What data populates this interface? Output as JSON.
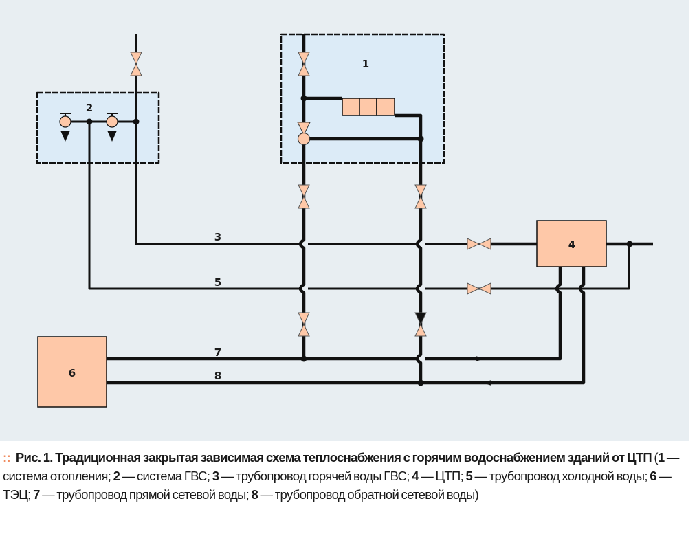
{
  "diagram": {
    "labels": {
      "n1": "1",
      "n2": "2",
      "n3": "3",
      "n4": "4",
      "n5": "5",
      "n6": "6",
      "n7": "7",
      "n8": "8"
    },
    "colors": {
      "background": "#e8eef2",
      "system_box": "#dcebf7",
      "equipment": "#fec8a8",
      "line": "#111111",
      "accent": "#f08a5d"
    }
  },
  "caption": {
    "bullet": "::",
    "title": "Рис. 1. Традиционная закрытая зависимая схема теплоснабжения с горячим водоснабжением зданий от ЦТП",
    "items": [
      {
        "num": "1",
        "text": " — система отопления; "
      },
      {
        "num": "2",
        "text": " — система ГВС; "
      },
      {
        "num": "3",
        "text": " — трубопровод горячей воды ГВС; "
      },
      {
        "num": "4",
        "text": " — ЦТП; "
      },
      {
        "num": "5",
        "text": " — трубопровод холодной воды; "
      },
      {
        "num": "6",
        "text": " — ТЭЦ; "
      },
      {
        "num": "7",
        "text": " — трубопровод прямой сетевой воды; "
      },
      {
        "num": "8",
        "text": " — трубопровод обратной сетевой воды)"
      }
    ]
  }
}
